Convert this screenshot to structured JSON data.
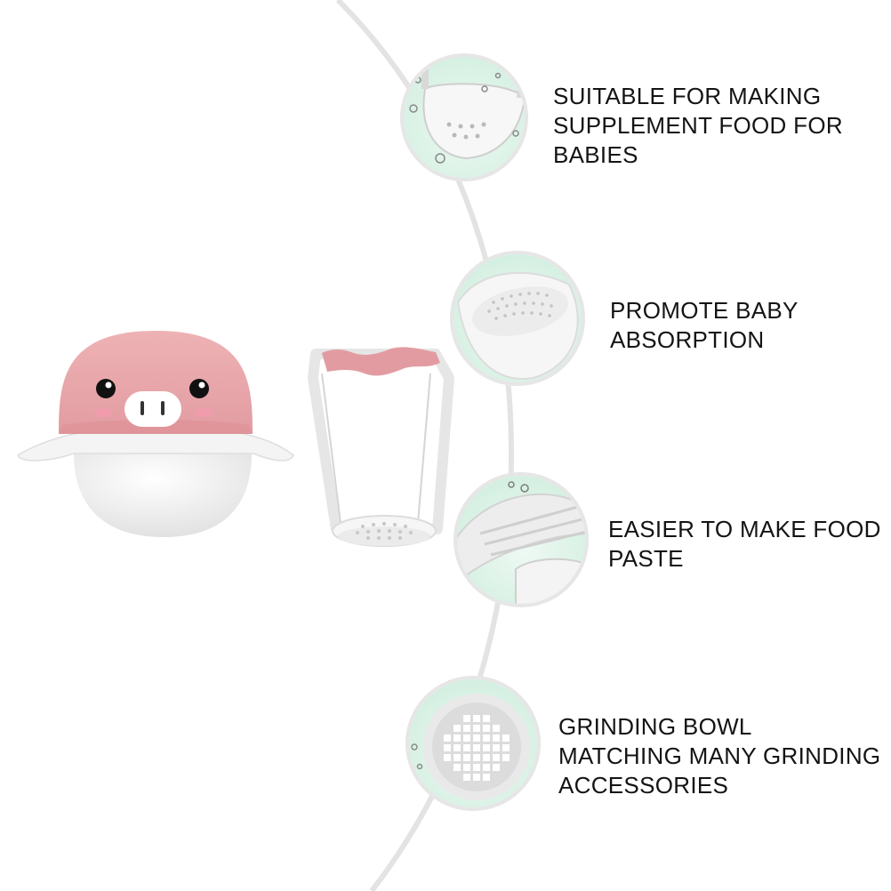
{
  "features": [
    {
      "id": "f1",
      "text": "SUITABLE FOR MAKING\nSUPPLEMENT FOOD FOR\nBABIES"
    },
    {
      "id": "f2",
      "text": "PROMOTE BABY\nABSORPTION"
    },
    {
      "id": "f3",
      "text": "EASIER TO MAKE FOOD\nPASTE"
    },
    {
      "id": "f4",
      "text": "GRINDING BOWL\nMATCHING MANY GRINDING\nACCESSORIES"
    }
  ],
  "colors": {
    "background": "#ffffff",
    "text": "#141414",
    "arc": "#e2e2e2",
    "lid_pink": "#e9a7aa",
    "lid_pink_dark": "#de8f95",
    "bowl_white": "#f3f3f3",
    "mint": "#d9f0e6"
  },
  "icons": [
    "pig-bowl-image",
    "masher-image",
    "detail-water-image",
    "detail-strainer-image",
    "detail-grinder-image",
    "detail-grid-image"
  ]
}
